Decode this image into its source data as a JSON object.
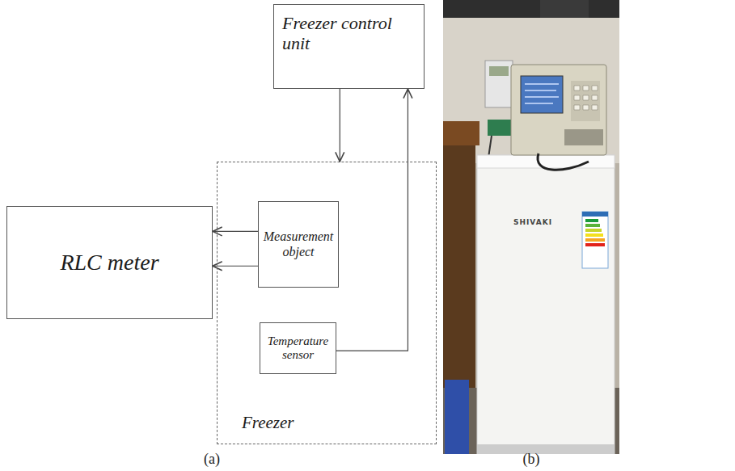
{
  "diagram": {
    "nodes": [
      {
        "text": [
          "Freezer control unit"
        ]
      },
      {
        "text": [
          "RLC meter"
        ]
      },
      {
        "text": [
          "Freezer"
        ]
      },
      {
        "text": [
          "Measurement object"
        ],
        "in": 2
      },
      {
        "text": [
          "Temperature sensor"
        ],
        "in": 2
      }
    ],
    "edges": [
      {
        "from": 0,
        "to": 2,
        "arrow": "to"
      },
      {
        "from": 4,
        "to": 0,
        "arrow": "to"
      },
      {
        "from": 3,
        "to": 1,
        "arrow": "to"
      },
      {
        "from": 3,
        "to": 1,
        "arrow": "to"
      }
    ],
    "labels": [
      "(a)",
      "(b)",
      "SHIVAKI"
    ]
  }
}
